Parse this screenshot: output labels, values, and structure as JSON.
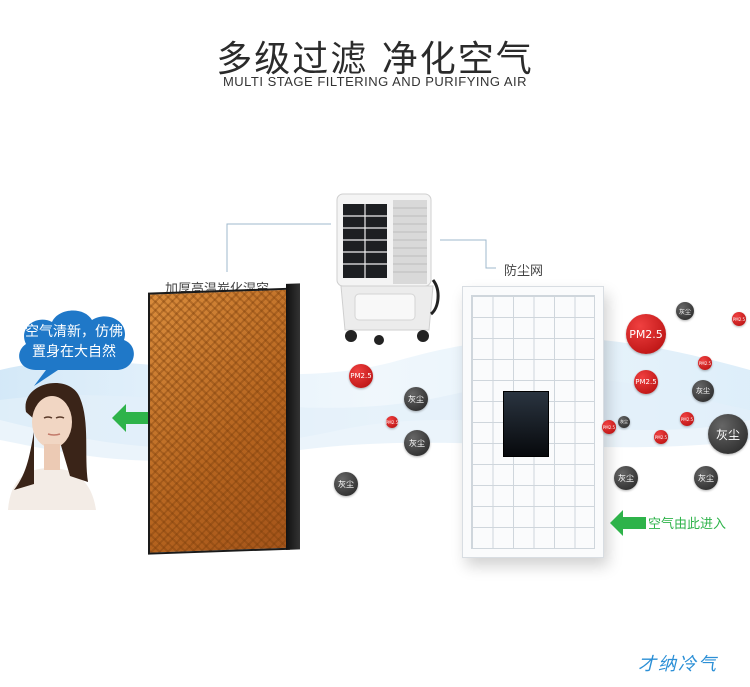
{
  "header": {
    "title": "多级过滤 净化空气",
    "subtitle": "MULTI STAGE FILTERING AND PURIFYING AIR"
  },
  "labels": {
    "cooling_pad": "加厚高温炭化湿帘",
    "dust_filter": "防尘网",
    "air_enters": "空气由此进入",
    "speech_line1": "空气清新，仿佛",
    "speech_line2": "置身在大自然"
  },
  "particles": {
    "pm": "PM2.5",
    "dust": "灰尘"
  },
  "brand": "才纳冷气",
  "colors": {
    "arrow_green": "#2eb34a",
    "cloud_blue": "#1f78c8",
    "particle_red": "#c91414",
    "particle_dark": "#333333",
    "brand_blue": "#2b8fd6"
  }
}
